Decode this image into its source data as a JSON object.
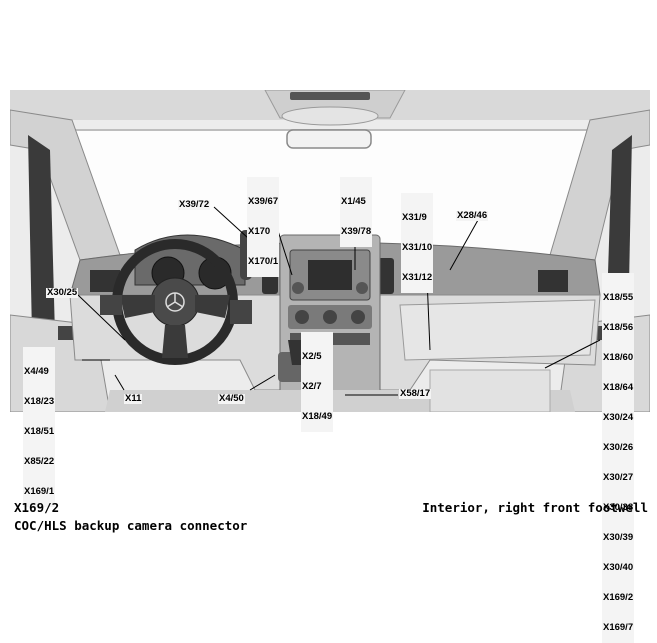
{
  "labels": {
    "x39_72": "X39/72",
    "x39_67_group": [
      "X39/67",
      "X170",
      "X170/1"
    ],
    "x1_45_group": [
      "X1/45",
      "X39/78"
    ],
    "x31_group": [
      "X31/9",
      "X31/10",
      "X31/12"
    ],
    "x28_46": "X28/46",
    "x30_25": "X30/25",
    "right_group": [
      "X18/55",
      "X18/56",
      "X18/60",
      "X18/64",
      "X30/24",
      "X30/26",
      "X30/27",
      "X30/38",
      "X30/39",
      "X30/40",
      "X169/2",
      "X169/7"
    ],
    "left_group": [
      "X4/49",
      "X18/23",
      "X18/51",
      "X85/22",
      "X169/1"
    ],
    "x2_group": [
      "X2/5",
      "X2/7",
      "X18/49"
    ],
    "x11": "X11",
    "x4_50": "X4/50",
    "x58_17": "X58/17"
  },
  "caption": {
    "id": "X169/2",
    "description": "COC/HLS backup camera connector",
    "location": "Interior, right front footwell"
  }
}
